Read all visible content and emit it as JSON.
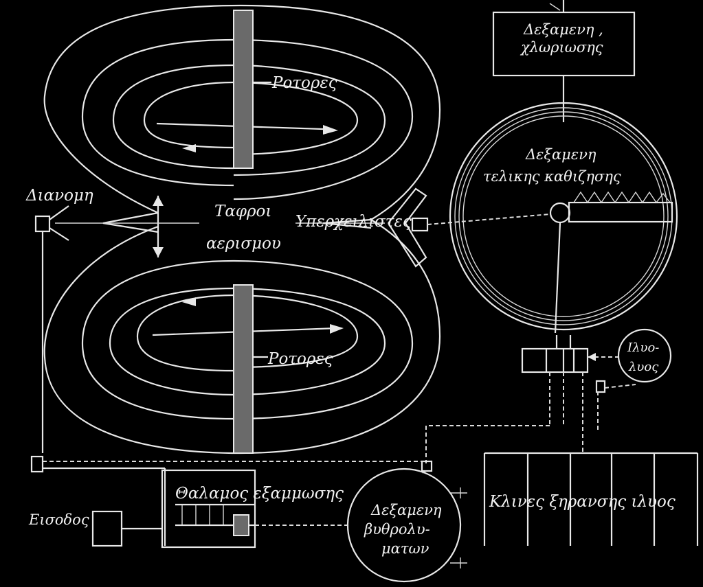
{
  "labels": {
    "chlorination_tank": [
      "Δεξαμενη ,",
      "χλωριωσης"
    ],
    "rotors_top": "Ροτορες",
    "rotors_bottom": "Ροτορες",
    "final_settling_tank": [
      "Δεξαμενη",
      "τελικης καθιζησης"
    ],
    "distribution": "Διανομη",
    "aeration_ditches": [
      "Ταφροι",
      "αερισμου"
    ],
    "overflow_weirs": "Υπερχειλιστες",
    "sludge": [
      "Ιλυο-",
      "λυος"
    ],
    "grit_chamber": "Θαλαμος εξαμμωσης",
    "inflow": "Εισοδος",
    "sludge_drying_beds": "Κλινες ξηρανσης ιλυος",
    "sludge_tank": [
      "Δεξαμενη",
      "βυθρολυ-",
      "ματων"
    ]
  }
}
